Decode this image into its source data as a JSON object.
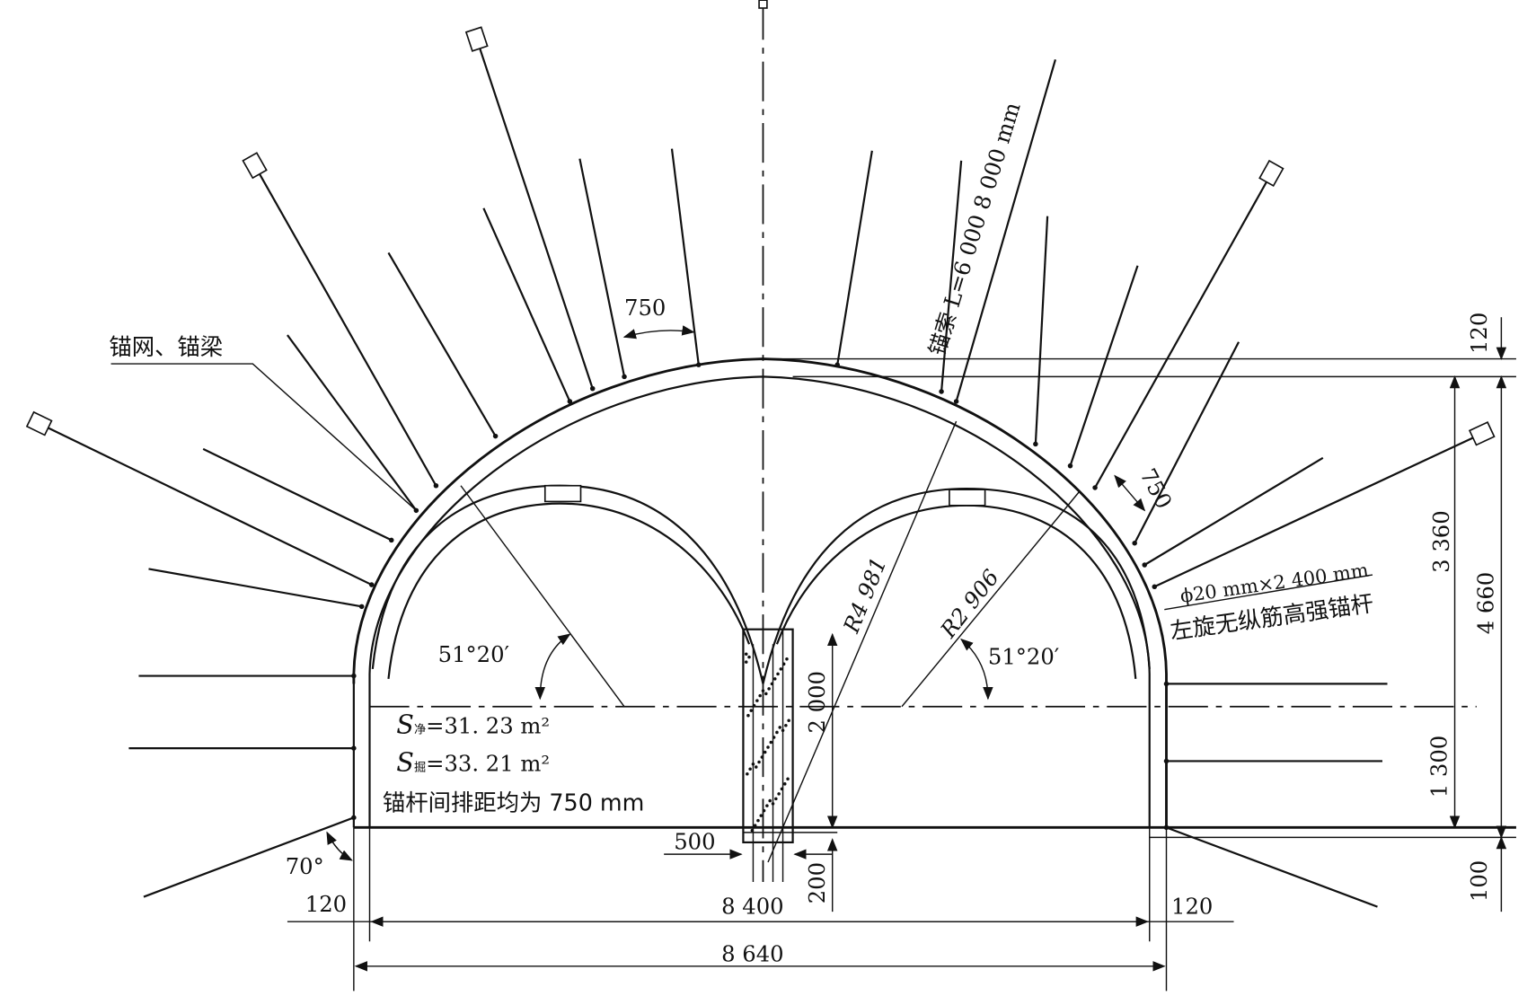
{
  "title": "Double-arch roadway cross-section with anchor support",
  "labels": {
    "mesh_beam": "锚网、锚梁",
    "cable_spec": "锚索 L=6 000   8 000 mm",
    "bolt_size": "ϕ20 mm×2 400 mm",
    "bolt_type": "左旋无纵筋高强锚杆",
    "s_net_sym": "S",
    "s_net_sub": "净",
    "s_net_val": "=31. 23  m²",
    "s_dig_sym": "S",
    "s_dig_sub": "掘",
    "s_dig_val": "=33. 21  m²",
    "spacing_note": "锚杆间排距均为 750 mm",
    "angle_left": "51°20′",
    "angle_right": "51°20′",
    "angle_bottom": "70°",
    "radius_large": "R4 981",
    "radius_small": "R2 906"
  },
  "dimensions": {
    "spacing_top": "750",
    "spacing_right": "750",
    "right_120": "120",
    "right_3360": "3 360",
    "right_4660": "4 660",
    "right_1300": "1 300",
    "right_100": "100",
    "pillar_2000": "2 000",
    "pillar_500": "500",
    "pillar_200": "200",
    "bottom_left_120": "120",
    "bottom_right_120": "120",
    "width_inner": "8 400",
    "width_outer": "8 640"
  }
}
